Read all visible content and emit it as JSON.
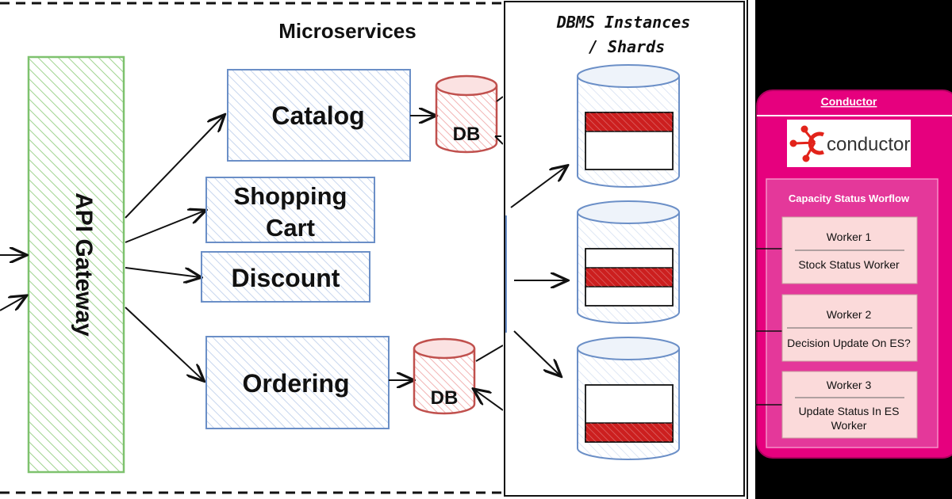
{
  "microservices": {
    "title": "Microservices",
    "gateway_label": "API Gateway",
    "services": [
      {
        "name": "catalog",
        "lines": [
          "Catalog"
        ],
        "has_db": true
      },
      {
        "name": "shopping-cart",
        "lines": [
          "Shopping",
          "Cart"
        ],
        "has_db": false
      },
      {
        "name": "discount",
        "lines": [
          "Discount"
        ],
        "has_db": false
      },
      {
        "name": "ordering",
        "lines": [
          "Ordering"
        ],
        "has_db": true
      }
    ],
    "db_label": "DB"
  },
  "dbms": {
    "title_line1": "DBMS Instances",
    "title_line2": "/ Shards",
    "shards": [
      {
        "name": "shard-1",
        "highlight_row": 0
      },
      {
        "name": "shard-2",
        "highlight_row": 1
      },
      {
        "name": "shard-3",
        "highlight_row": 2
      }
    ]
  },
  "conductor": {
    "title": "Conductor",
    "logo_text": "conductor",
    "workflow_title": "Capacity Status Worflow",
    "workers": [
      {
        "title": "Worker 1",
        "desc": [
          "Stock Status Worker"
        ]
      },
      {
        "title": "Worker 2",
        "desc": [
          "Decision Update On ES?"
        ]
      },
      {
        "title": "Worker 3",
        "desc": [
          "Update Status In ES",
          "Worker"
        ]
      }
    ]
  },
  "colors": {
    "gateway_green": "#7ec26e",
    "service_blue": "#6b8fc7",
    "db_red": "#c0504d",
    "shard_red": "#cc1f1f",
    "conductor_magenta": "#e6007e",
    "worker_fill": "#fbdada"
  }
}
